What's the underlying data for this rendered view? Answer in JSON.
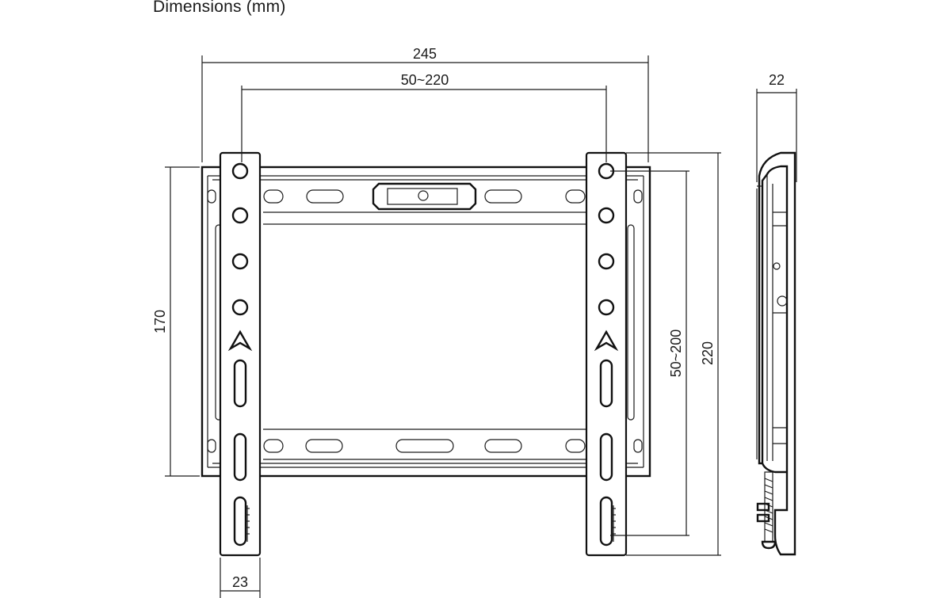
{
  "title": "Dimensions (mm)",
  "dimensions": {
    "overall_width": "245",
    "vesa_horizontal": "50~220",
    "depth": "22",
    "frame_height": "170",
    "vesa_vertical": "50~200",
    "overall_height": "220",
    "arm_width": "23"
  }
}
